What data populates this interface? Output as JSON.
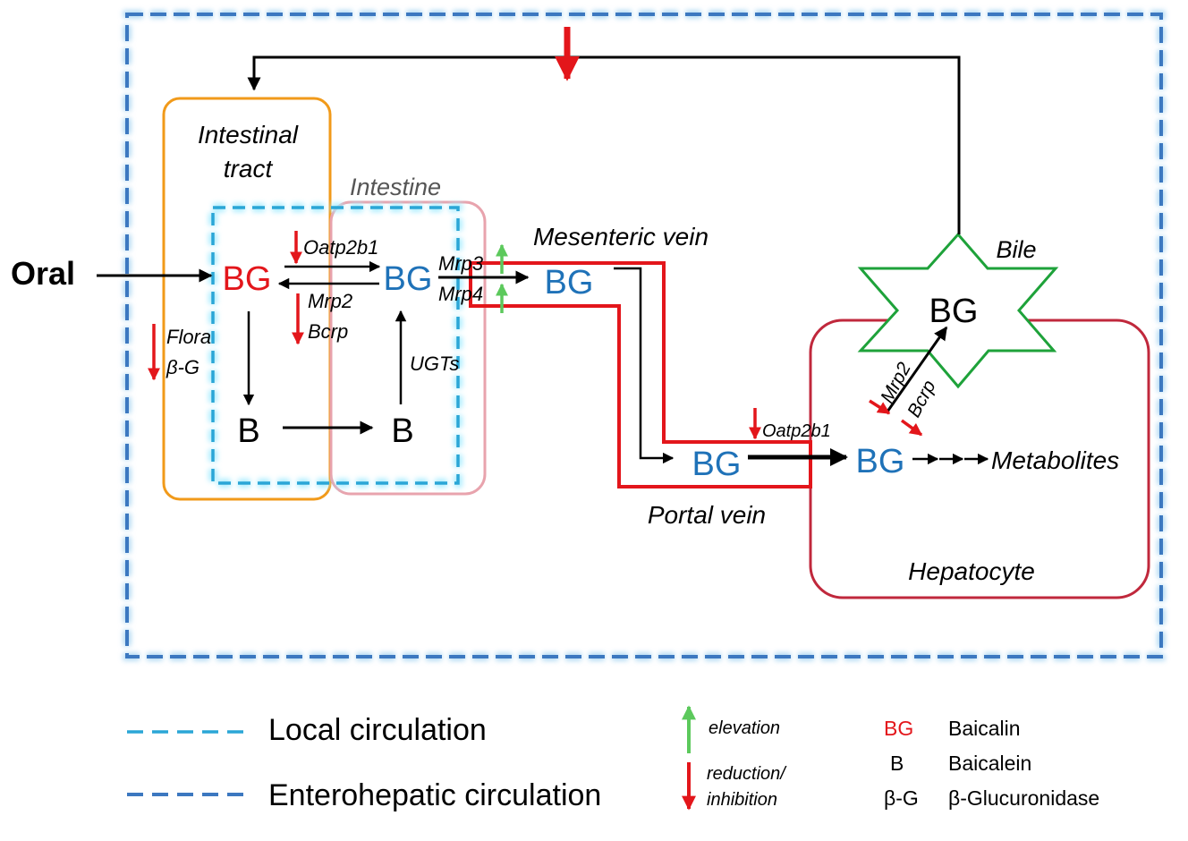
{
  "labels": {
    "oral": "Oral",
    "intestinal_tract_1": "Intestinal",
    "intestinal_tract_2": "tract",
    "intestine": "Intestine",
    "mesenteric_vein": "Mesenteric vein",
    "portal_vein": "Portal vein",
    "hepatocyte": "Hepatocyte",
    "bile": "Bile",
    "metabolites": "Metabolites"
  },
  "nodes": {
    "bg_lumen": "BG",
    "bg_enterocyte": "BG",
    "b_lumen": "B",
    "b_enterocyte": "B",
    "bg_mesenteric": "BG",
    "bg_portal": "BG",
    "bg_hepatocyte": "BG",
    "bg_bile": "BG"
  },
  "transporters": {
    "oatp2b1_intestine": "Oatp2b1",
    "mrp2_intestine": "Mrp2",
    "bcrp_intestine": "Bcrp",
    "mrp3": "Mrp3",
    "mrp4": "Mrp4",
    "ugts": "UGTs",
    "flora": "Flora",
    "beta_g": "β-G",
    "oatp2b1_liver": "Oatp2b1",
    "mrp2_liver": "Mrp2",
    "bcrp_liver": "Bcrp"
  },
  "legend": {
    "local_circulation": "Local circulation",
    "enterohepatic_circulation": "Enterohepatic circulation",
    "elevation": "elevation",
    "reduction_1": "reduction/",
    "reduction_2": "inhibition",
    "abbr": [
      {
        "abbr": "BG",
        "name": "Baicalin"
      },
      {
        "abbr": "B",
        "name": "Baicalein"
      },
      {
        "abbr": "β-G",
        "name": "β-Glucuronidase"
      }
    ]
  },
  "colors": {
    "baicalin_red": "#e3161b",
    "baicalin_blue": "#1f72b8",
    "reduction": "#e3161b",
    "elevation": "#5cc95c",
    "enterohepatic_dash": "#3c78c0",
    "local_dash": "#2aa6d6",
    "intestinal_tract_box": "#f19a1a",
    "intestine_box": "#e8a3ad",
    "hepatocyte_box": "#c0283c",
    "bile_star": "#1ea23a"
  }
}
